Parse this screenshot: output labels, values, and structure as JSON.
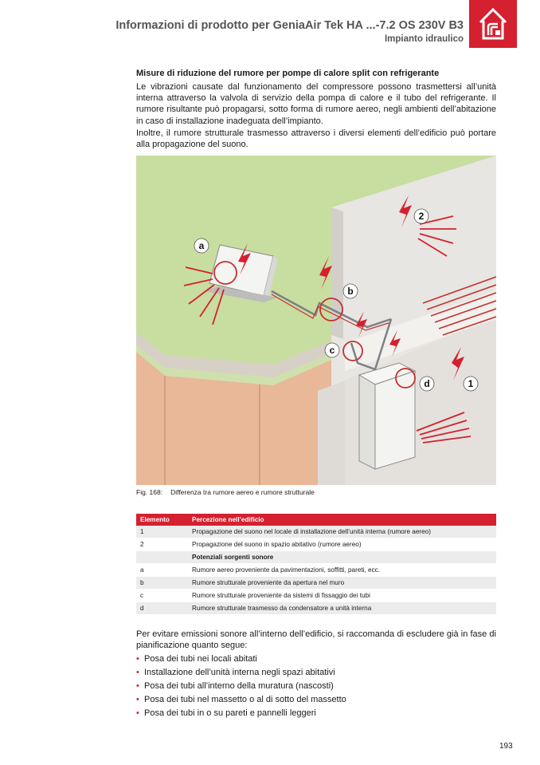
{
  "header": {
    "title": "Informazioni di prodotto per GeniaAir Tek HA ...-7.2 OS 230V B3",
    "subtitle": "Impianto idraulico",
    "logo_icon": "house-heating-icon",
    "accent_color": "#d4202f"
  },
  "section": {
    "heading": "Misure di riduzione del rumore per pompe di calore split con refrigerante",
    "paragraph1": "Le vibrazioni causate dal funzionamento del compressore possono trasmettersi all’unità interna attraverso la valvola di servizio della pompa di calore e il tubo del refrigerante. Il rumore risultante può propagarsi, sotto forma di rumore aereo, negli ambienti dell’abitazione in caso di installazione inadeguata dell’impianto.",
    "paragraph2": "Inoltre, il rumore strutturale trasmesso attraverso i diversi elementi dell’edificio può portare alla propagazione del suono."
  },
  "figure": {
    "labels": {
      "a": "a",
      "b": "b",
      "c": "c",
      "d": "d",
      "one": "1",
      "two": "2"
    },
    "caption_num": "Fig. 168:",
    "caption_text": "Differenza tra rumore aereo e rumore strutturale"
  },
  "table": {
    "headers": [
      "Elemento",
      "Percezione nell’edificio"
    ],
    "rows": [
      {
        "element": "1",
        "text": "Propagazione del suono nel locale di installazione dell’unità interna (rumore aereo)"
      },
      {
        "element": "2",
        "text": "Propagazione del suono in spazio abitativo (rumore aereo)"
      },
      {
        "element": "",
        "text": "Potenziali sorgenti sonore"
      },
      {
        "element": "a",
        "text": "Rumore aereo proveniente da pavimentazioni, soffitti, pareti, ecc."
      },
      {
        "element": "b",
        "text": "Rumore strutturale proveniente da apertura nel muro"
      },
      {
        "element": "c",
        "text": "Rumore strutturale proveniente da sistemi di fissaggio dei tubi"
      },
      {
        "element": "d",
        "text": "Rumore strutturale trasmesso da condensatore a unità interna"
      }
    ]
  },
  "recommendation": {
    "intro": "Per evitare emissioni sonore all’interno dell’edificio, si raccomanda di escludere già in fase di pianificazione quanto segue:",
    "bullet_glyph": "•",
    "items": [
      "Posa dei tubi nei locali abitati",
      "Installazione dell’unità interna negli spazi abitativi",
      "Posa dei tubi all’interno della muratura (nascosti)",
      "Posa dei tubi nel massetto o al di sotto del massetto",
      "Posa dei tubi in o su pareti e pannelli leggeri"
    ]
  },
  "page_number": "193"
}
